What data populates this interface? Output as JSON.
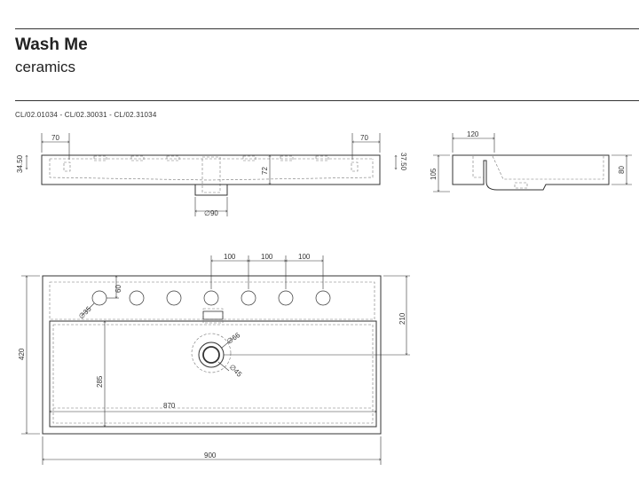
{
  "header": {
    "brand": "Wash Me",
    "subtitle": "ceramics",
    "product_codes": "CL/02.01034 - CL/02.30031 - CL/02.31034"
  },
  "front_view": {
    "left_offset": "70",
    "right_offset": "70",
    "left_height": "34.50",
    "right_height": "37.50",
    "inner_height": "72",
    "drain_diameter": "∅90"
  },
  "side_view": {
    "top_width": "120",
    "total_height": "105",
    "right_height": "80"
  },
  "top_view": {
    "hole_spacing_1": "100",
    "hole_spacing_2": "100",
    "hole_spacing_3": "100",
    "tap_hole_offset": "60",
    "tap_hole_diameter": "∅35",
    "depth_to_drain": "210",
    "drain_outer": "∅66",
    "drain_inner": "∅45",
    "total_depth": "420",
    "basin_depth": "285",
    "basin_width": "870",
    "total_width": "900"
  },
  "colors": {
    "line": "#333333",
    "hidden": "#777777"
  }
}
